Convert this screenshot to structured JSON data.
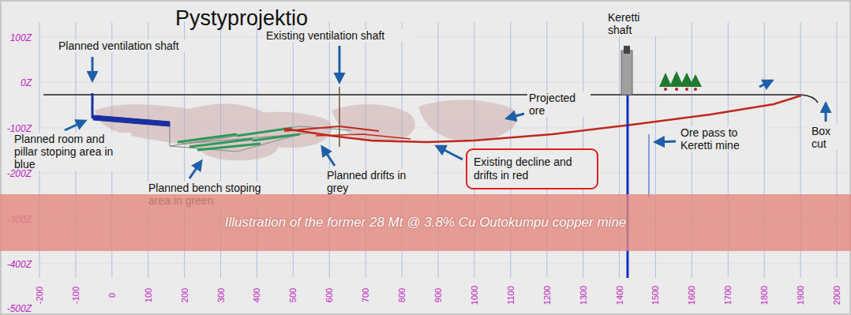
{
  "diagram": {
    "title": "Pystyprojektio",
    "nodes": [
      {
        "text": [
          "Existing decline and drifts in red"
        ]
      },
      {
        "text": [
          "Illustration of the former 28 Mt @ 3.8% Cu Outokumpu copper mine"
        ]
      }
    ],
    "labels": [
      "Planned ventilation shaft",
      "Existing ventilation shaft",
      "Keretti shaft",
      "Projected ore",
      "Planned room and pillar stoping area in blue",
      "Planned bench stoping area in green",
      "Planned drifts in grey",
      "Ore pass to Keretti mine",
      "Box cut",
      "100Z",
      "0Z",
      "-100Z",
      "-200Z",
      "-300Z",
      "-400Z",
      "-500Z",
      "-200",
      "-100",
      "0",
      "100",
      "200",
      "300",
      "400",
      "500",
      "600",
      "700",
      "800",
      "900",
      "1000",
      "1100",
      "1200",
      "1300",
      "1400",
      "1500",
      "1600",
      "1700",
      "1800",
      "1900",
      "2000"
    ]
  }
}
